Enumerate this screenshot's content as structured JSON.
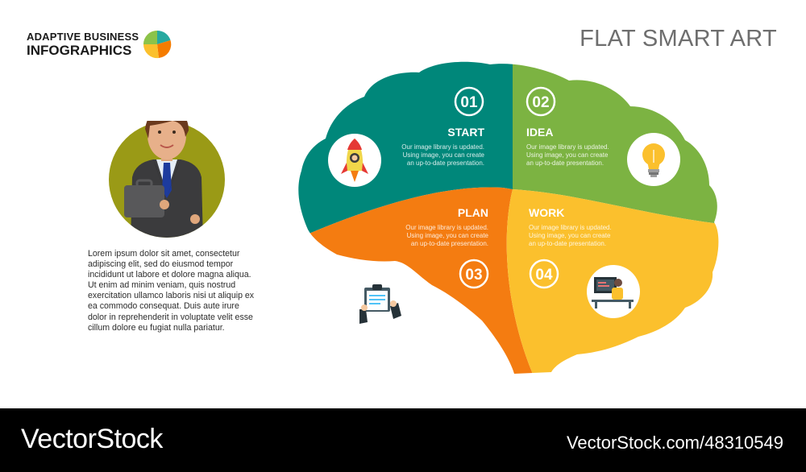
{
  "header": {
    "logo_line1": "ADAPTIVE BUSINESS",
    "logo_line2": "INFOGRAPHICS",
    "title": "FLAT SMART ART"
  },
  "sidebar": {
    "description": "Lorem ipsum dolor sit amet, consectetur adipiscing elit, sed do eiusmod tempor incididunt ut labore et dolore magna aliqua. Ut enim ad minim veniam, quis nostrud exercitation ullamco laboris nisi ut aliquip ex ea commodo consequat. Duis aute irure dolor in reprehenderit in voluptate velit esse cillum dolore eu fugiat nulla pariatur."
  },
  "segments": [
    {
      "number": "01",
      "label": "START",
      "color": "#00877a",
      "icon": "rocket-icon",
      "text": [
        "Our image library is updated.",
        "Using image, you can create",
        "an up-to-date presentation."
      ]
    },
    {
      "number": "02",
      "label": "IDEA",
      "color": "#7cb342",
      "icon": "light-bulb-icon",
      "text": [
        "Our image library is updated.",
        "Using image, you can create",
        "an up-to-date presentation."
      ]
    },
    {
      "number": "03",
      "label": "PLAN",
      "color": "#f47c11",
      "icon": "clipboard-icon",
      "text": [
        "Our image library is updated.",
        "Using image, you can create",
        "an up-to-date presentation."
      ]
    },
    {
      "number": "04",
      "label": "WORK",
      "color": "#fbc02d",
      "icon": "computer-worker-icon",
      "text": [
        "Our image library is updated.",
        "Using image, you can create",
        "an up-to-date presentation."
      ]
    }
  ],
  "footer": {
    "brand": "VectorStock",
    "url": "VectorStock.com/48310549"
  }
}
